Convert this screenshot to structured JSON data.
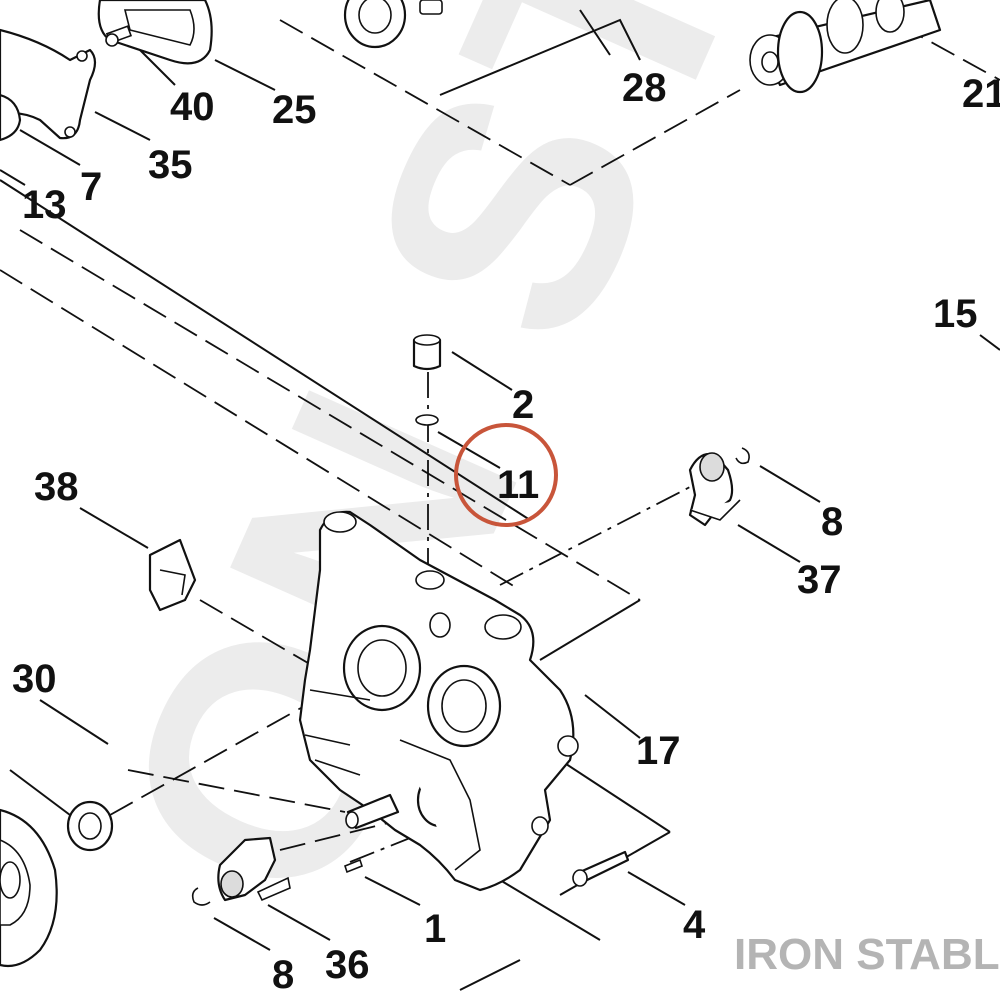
{
  "highlight_color": "#c8553a",
  "brand": {
    "text": "IRON STABLE"
  },
  "watermark": {
    "text": "ON STA"
  },
  "callouts": {
    "c40": "40",
    "c25": "25",
    "c28": "28",
    "c21": "21",
    "c35": "35",
    "c7": "7",
    "c13": "13",
    "c15": "15",
    "c2": "2",
    "c11": "11",
    "c8a": "8",
    "c37": "37",
    "c38": "38",
    "c30": "30",
    "c17": "17",
    "c4": "4",
    "c1": "1",
    "c36": "36",
    "c8b": "8"
  }
}
